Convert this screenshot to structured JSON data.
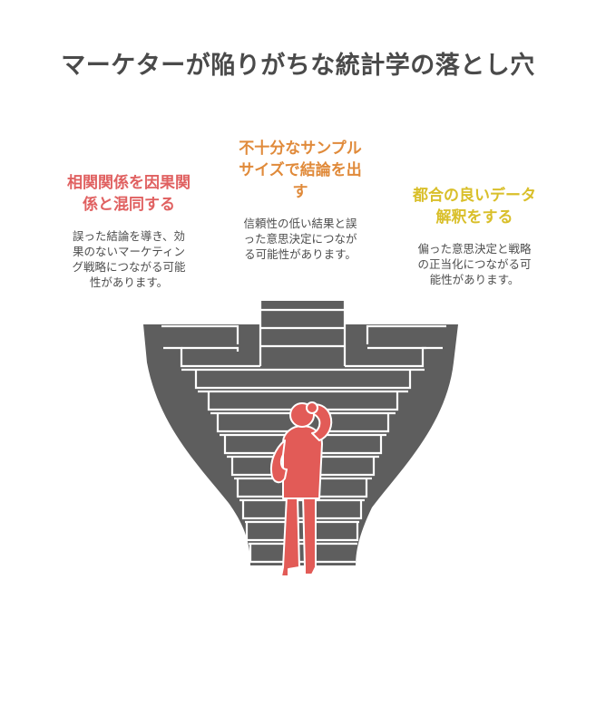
{
  "title": "マーケターが陥りがちな統計学の落とし穴",
  "items": [
    {
      "heading": "相関関係を因果関\n係と混同する",
      "description": "誤った結論を導き、効\n果のないマーケティン\nグ戦略につながる可能\n性があります。",
      "color": "#e06161"
    },
    {
      "heading": "不十分なサンプル\nサイズで結論を出\nす",
      "description": "信頼性の低い結果と誤\nった意思決定につなが\nる可能性があります。",
      "color": "#e08a3a"
    },
    {
      "heading": "都合の良いデータ\n解釈をする",
      "description": "偏った意思決定と戦略\nの正当化につながる可\n能性があります。",
      "color": "#d9bf2a"
    }
  ],
  "illustration": {
    "stair_color": "#5e5e5e",
    "person_color": "#e25b57",
    "icons": [
      "staircase-pit",
      "confused-person"
    ]
  }
}
